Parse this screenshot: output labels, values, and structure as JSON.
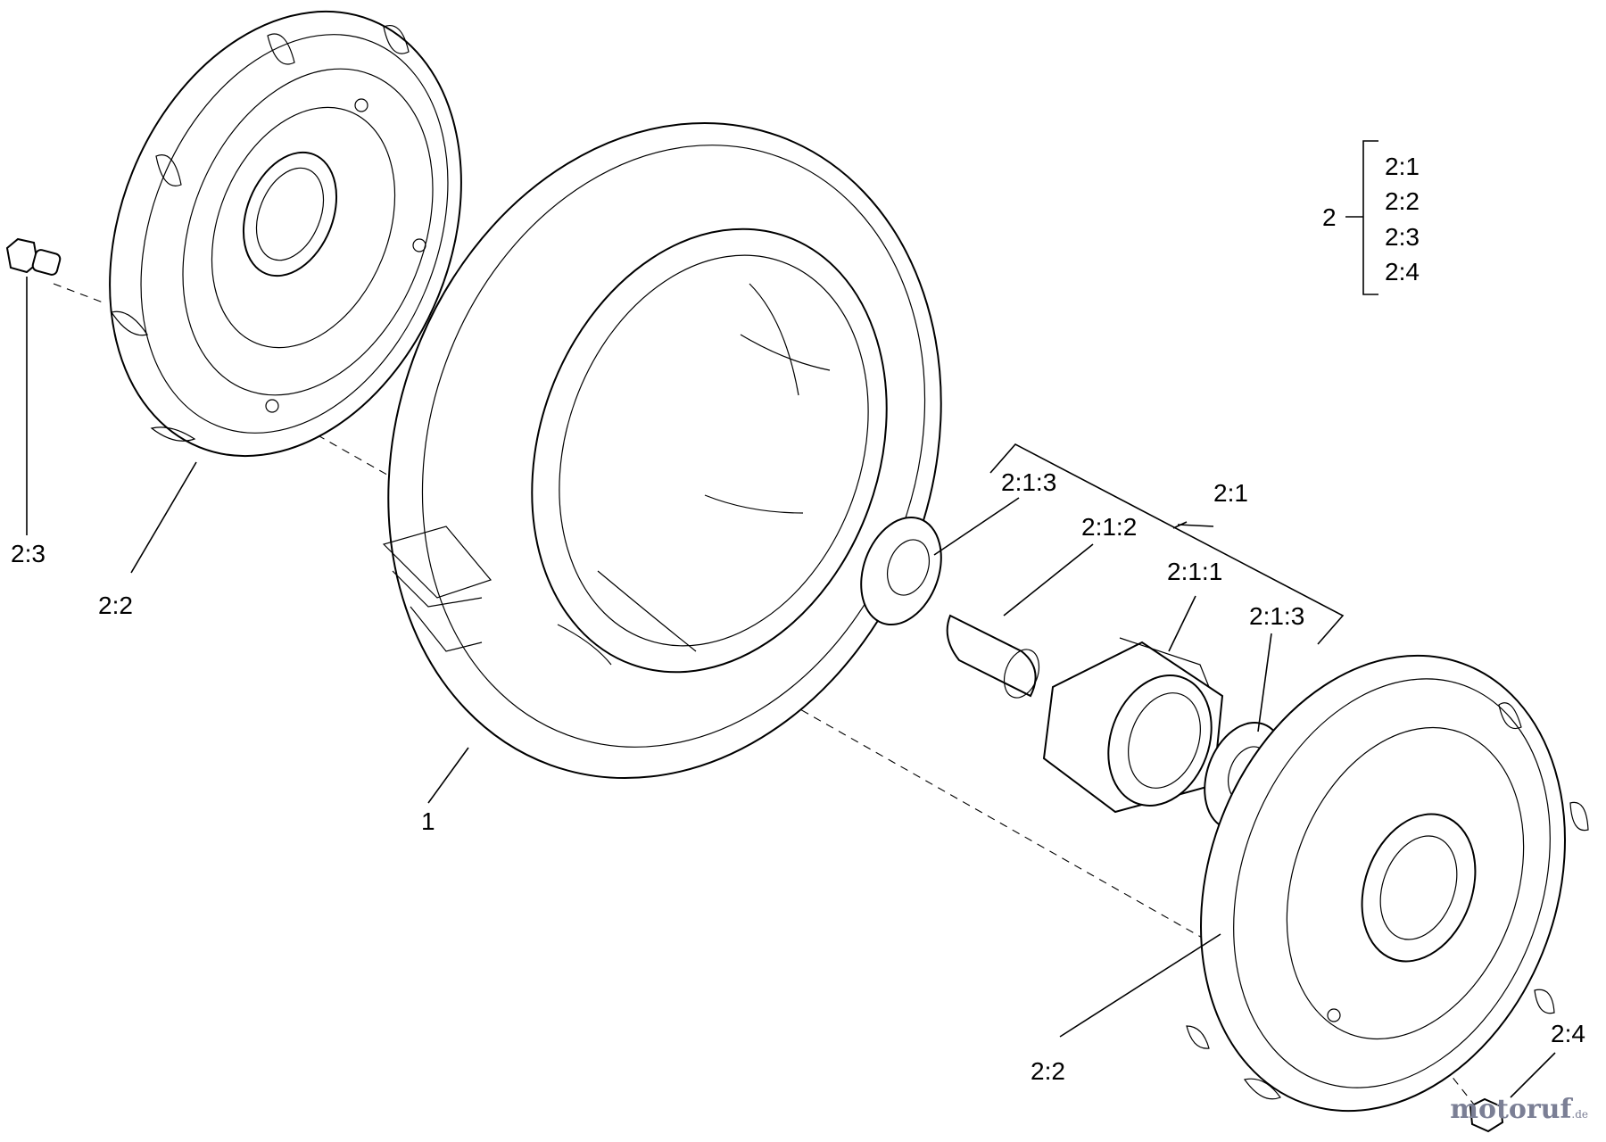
{
  "labels": {
    "hub_bolt": "2:3",
    "hub_left": "2:2",
    "tire": "1",
    "hub_right": "2:2",
    "nut": "2:4",
    "bearing_left": "2:1:3",
    "spacer": "2:1:2",
    "bearing_group": "2:1",
    "insert": "2:1:1",
    "bearing_right": "2:1:3"
  },
  "legend": {
    "parent": "2",
    "children": [
      "2:1",
      "2:2",
      "2:3",
      "2:4"
    ]
  },
  "watermark": {
    "main": "motoruf",
    "suffix": ".de"
  }
}
